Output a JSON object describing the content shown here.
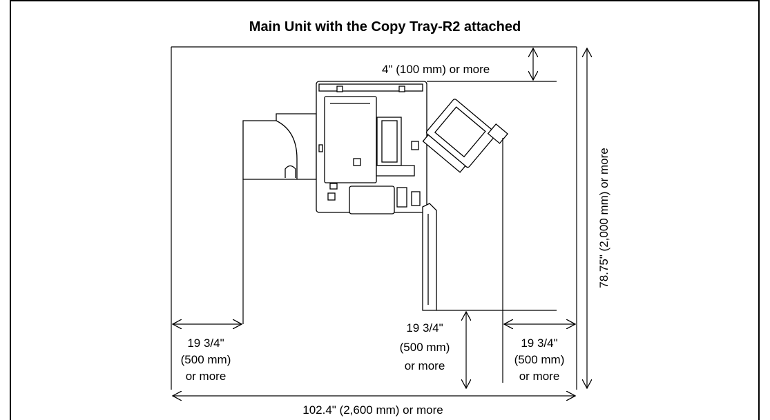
{
  "diagram": {
    "title": "Main Unit with the Copy Tray-R2 attached",
    "top_clearance": "4\" (100 mm) or more",
    "height_total": "78.75\" (2,000 mm) or more",
    "width_total": "102.4\" (2,600 mm) or more",
    "left_clearance": [
      "19 3/4\"",
      "(500 mm)",
      "or more"
    ],
    "front_clearance": [
      "19 3/4\"",
      "(500 mm)",
      "or more"
    ],
    "right_clearance": [
      "19 3/4\"",
      "(500 mm)",
      "or more"
    ]
  }
}
